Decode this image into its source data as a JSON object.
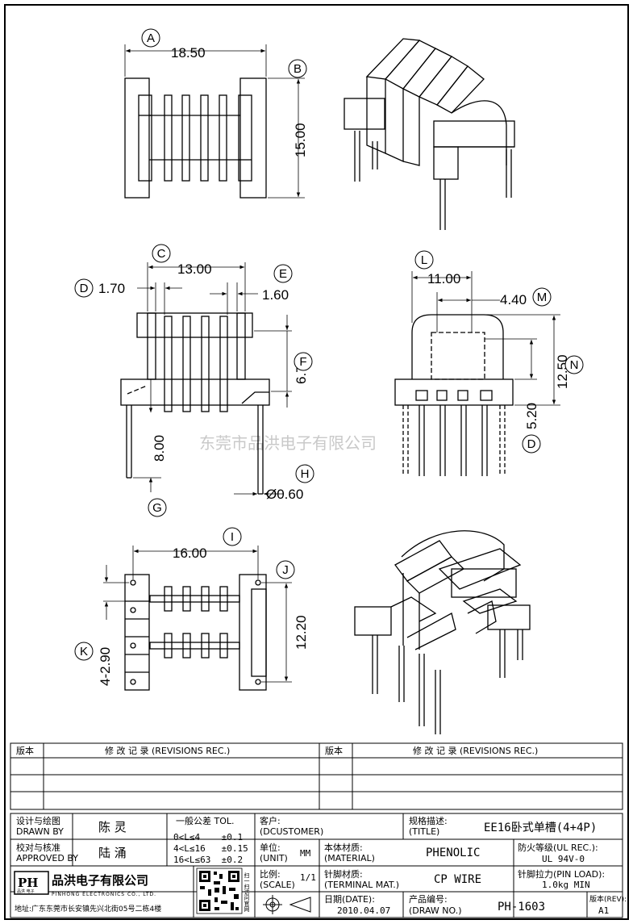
{
  "dims": {
    "a": "18.50",
    "b": "15.00",
    "c": "13.00",
    "d": "1.70",
    "e": "1.60",
    "f": "6.70",
    "g": "8.00",
    "h": "Ø0.60",
    "l": "11.00",
    "m": "4.40",
    "n": "12.50",
    "o": "5.20",
    "i": "16.00",
    "j": "12.20",
    "k": "4-2.90"
  },
  "bubbles": {
    "a": "A",
    "b": "B",
    "c": "C",
    "d": "D",
    "e": "E",
    "f": "F",
    "g": "G",
    "h": "H",
    "i": "I",
    "j": "J",
    "k": "K",
    "l": "L",
    "m": "M",
    "n": "N",
    "o": "D"
  },
  "watermark": "东莞市品洪电子有限公司",
  "revisions": {
    "col1": "版本",
    "col2": "修 改 记 录 (REVISIONS REC.)",
    "col3": "版本",
    "col4": "修 改 记 录 (REVISIONS REC.)"
  },
  "titleblock": {
    "drawn_label_cn": "设计与绘图",
    "drawn_label_en": "DRAWN BY",
    "drawn_name": "陈 灵",
    "approved_label_cn": "校对与核准",
    "approved_label_en": "APPROVED BY",
    "approved_name": "陆 涌",
    "tol_title": "一般公差 TOL.",
    "tol_1": "0<L≤4    ±0.1",
    "tol_2": "4<L≤16   ±0.15",
    "tol_3": "16<L≤63  ±0.2",
    "customer_cn": "客户:",
    "customer_en": "(DCUSTOMER)",
    "title_cn": "规格描述:",
    "title_en": "(TITLE)",
    "title_value": "EE16卧式单槽(4+4P)",
    "unit_cn": "单位:",
    "unit_en": "(UNIT)",
    "unit_value": "MM",
    "material_cn": "本体材质:",
    "material_en": "(MATERIAL)",
    "material_value": "PHENOLIC",
    "ul_cn": "防火等级(UL REC.):",
    "ul_value": "UL 94V-0",
    "scale_cn": "比例:",
    "scale_en": "(SCALE)",
    "scale_value": "1/1",
    "terminal_cn": "针脚材质:",
    "terminal_en": "(TERMINAL MAT.)",
    "terminal_value": "CP WIRE",
    "pinload_cn": "针脚拉力(PIN LOAD):",
    "pinload_value": "1.0kg MIN",
    "company_cn": "品洪电子有限公司",
    "company_en": "PINHONG ELECTRONICS CO., LTD.",
    "logo_text": "PH",
    "logo_sub": "品洪 电子",
    "address": "地址:广东东莞市长安镇先兴北街05号二栋4楼",
    "qr_caption": "扫一扫访问官网",
    "date_cn": "日期(DATE):",
    "date_value": "2010.04.07",
    "drawno_cn": "产品编号:",
    "drawno_en": "(DRAW NO.)",
    "drawno_value": "PH-1603",
    "rev_cn": "版本(REV):",
    "rev_value": "A1"
  }
}
